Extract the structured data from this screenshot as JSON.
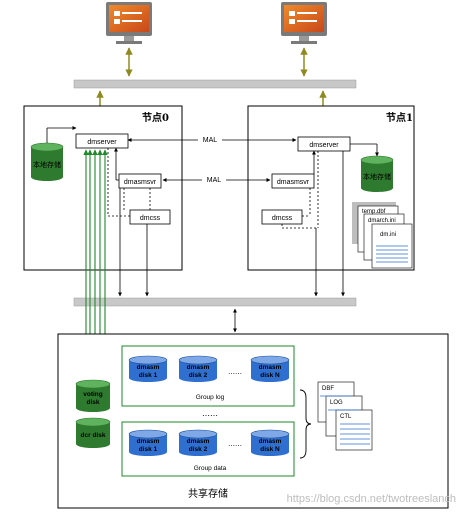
{
  "nodes": {
    "node0": {
      "title": "节点0"
    },
    "node1": {
      "title": "节点1"
    }
  },
  "processes": {
    "dmserver": "dmserver",
    "dmasmsvr": "dmasmsvr",
    "dmcss": "dmcss"
  },
  "links": {
    "mal": "MAL"
  },
  "local_storage": "本地存储",
  "files": {
    "temp": "temp.dbf",
    "dmarch": "dmarch.ini",
    "dm": "dm.ini"
  },
  "shared": {
    "title": "共享存储",
    "voting": [
      "voting",
      "disk"
    ],
    "dcr": "dcr disk",
    "group_log": "Group log",
    "group_data": "Group data",
    "dots": "……",
    "dots_mid": "……",
    "disks": [
      {
        "l1": "dmasm",
        "l2": "disk 1"
      },
      {
        "l1": "dmasm",
        "l2": "disk 2"
      },
      {
        "l1": "dmasm",
        "l2": "disk N"
      }
    ],
    "db_files": [
      "DBF",
      "LOG",
      "CTL"
    ]
  },
  "watermark": "https://blog.csdn.net/twotreeslanch",
  "colors": {
    "green": "#1e8a2a",
    "olive": "#8f8a1f",
    "disk_blue": "#2f6fcf",
    "disk_green": "#2e7a2e",
    "bus": "#c8c8c8"
  }
}
